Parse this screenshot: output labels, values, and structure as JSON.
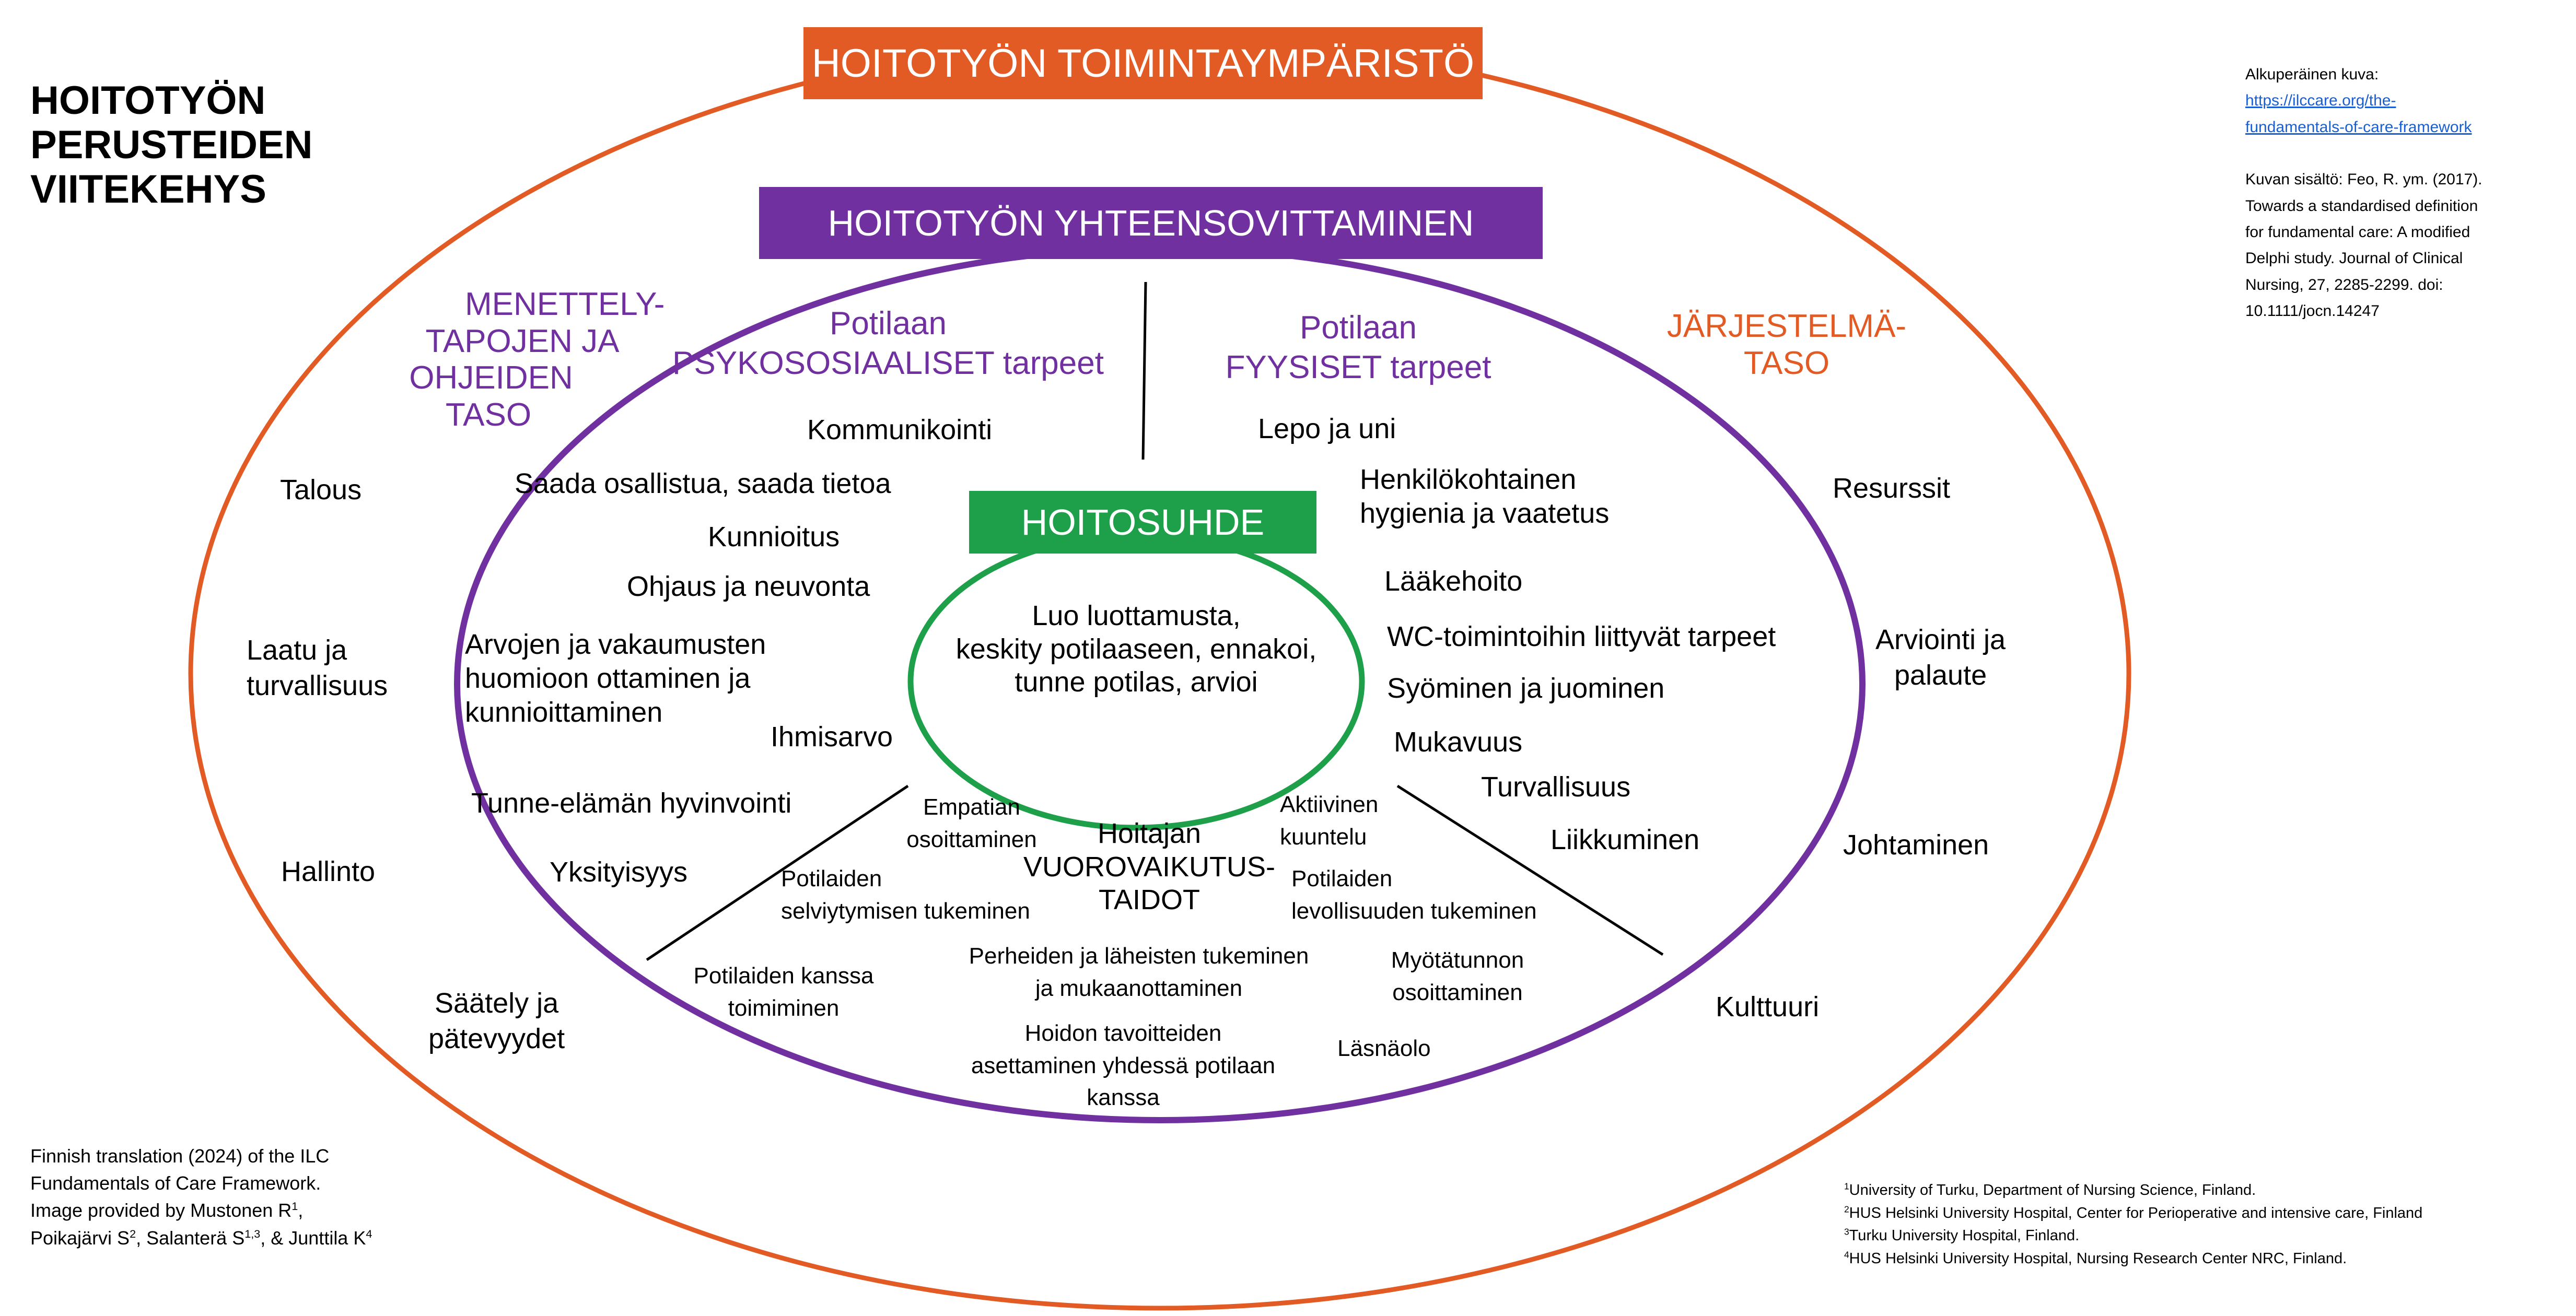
{
  "colors": {
    "orange": "#e35b24",
    "purple": "#7030a0",
    "green": "#1ea04a"
  },
  "title": {
    "line1": "HOITOTYÖN",
    "line2": "PERUSTEIDEN",
    "line3": "VIITEKEHYS"
  },
  "source": {
    "label": "Alkuperäinen kuva:",
    "link_line1": "https://ilccare.org/the-",
    "link_line2": "fundamentals-of-care-framework",
    "content_lines": [
      "Kuvan sisältö: Feo, R. ym. (2017).",
      "Towards a standardised definition",
      "for fundamental care: A modified",
      "Delphi study. Journal of Clinical",
      "Nursing, 27, 2285-2299. doi:",
      "10.1111/jocn.14247"
    ]
  },
  "headers": {
    "environment": "HOITOTYÖN TOIMINTAYMPÄRISTÖ",
    "coordination": "HOITOTYÖN YHTEENSOVITTAMINEN",
    "relationship": "HOITOSUHDE"
  },
  "levels": {
    "policy": [
      "MENETTELY-",
      "TAPOJEN JA",
      "OHJEIDEN",
      "TASO"
    ],
    "system": [
      "JÄRJESTELMÄ-",
      "TASO"
    ]
  },
  "outer_left": {
    "talous": "Talous",
    "laatu": [
      "Laatu ja",
      "turvallisuus"
    ],
    "hallinto": "Hallinto",
    "saately": [
      "Säätely ja",
      "pätevyydet"
    ]
  },
  "outer_right": {
    "resurssit": "Resurssit",
    "arviointi": [
      "Arviointi ja",
      "palaute"
    ],
    "johtaminen": "Johtaminen",
    "kulttuuri": "Kulttuuri"
  },
  "psychosocial": {
    "header": [
      "Potilaan",
      "PSYKOSOSIAALISET tarpeet"
    ],
    "kommunikointi": "Kommunikointi",
    "osallistua": "Saada osallistua, saada tietoa",
    "kunnioitus": "Kunnioitus",
    "ohjaus": "Ohjaus ja neuvonta",
    "arvojen": [
      "Arvojen ja vakaumusten",
      "huomioon ottaminen ja",
      "kunnioittaminen"
    ],
    "ihmisarvo": "Ihmisarvo",
    "tunne": "Tunne-elämän hyvinvointi",
    "yksityisyys": "Yksityisyys"
  },
  "physical": {
    "header": [
      "Potilaan",
      "FYYSISET tarpeet"
    ],
    "lepo": "Lepo ja uni",
    "hygienia": [
      "Henkilökohtainen",
      "hygienia ja vaatetus"
    ],
    "laakehoito": "Lääkehoito",
    "wc": "WC-toimintoihin liittyvät tarpeet",
    "syominen": "Syöminen ja juominen",
    "mukavuus": "Mukavuus",
    "turvallisuus": "Turvallisuus",
    "liikkuminen": "Liikkuminen"
  },
  "center": [
    "Luo luottamusta,",
    "keskity potilaaseen, ennakoi,",
    "tunne potilas, arvioi"
  ],
  "skills": {
    "title": [
      "Hoitajan",
      "VUOROVAIKUTUS-",
      "TAIDOT"
    ],
    "empatian": [
      "Empatian",
      "osoittaminen"
    ],
    "aktiivinen": [
      "Aktiivinen",
      "kuuntelu"
    ],
    "selviytyminen": [
      "Potilaiden",
      "selviytymisen tukeminen"
    ],
    "levollisuus": [
      "Potilaiden",
      "levollisuuden tukeminen"
    ],
    "kanssa": [
      "Potilaiden kanssa",
      "toimiminen"
    ],
    "perheiden": [
      "Perheiden ja läheisten tukeminen",
      "ja mukaanottaminen"
    ],
    "myotatunto": [
      "Myötätunnon",
      "osoittaminen"
    ],
    "tavoitteet": [
      "Hoidon tavoitteiden",
      "asettaminen yhdessä potilaan",
      "kanssa"
    ],
    "lasnaolo": "Läsnäolo"
  },
  "translation": {
    "line1": "Finnish translation (2024) of the ILC",
    "line2": "Fundamentals of Care Framework.",
    "line3a": "Image provided by Mustonen R",
    "sup1": "1",
    "line3b": ",",
    "line4a": "Poikajärvi S",
    "sup2": "2",
    "line4b": ", Salanterä S",
    "sup3": "1,3",
    "line4c": ", & Junttila K",
    "sup4": "4"
  },
  "affiliations": [
    {
      "sup": "1",
      "text": "University of Turku, Department of Nursing Science, Finland."
    },
    {
      "sup": "2",
      "text": "HUS Helsinki University Hospital, Center for Perioperative and intensive care, Finland"
    },
    {
      "sup": "3",
      "text": "Turku University Hospital, Finland."
    },
    {
      "sup": "4",
      "text": "HUS Helsinki University Hospital, Nursing Research Center NRC, Finland."
    }
  ]
}
